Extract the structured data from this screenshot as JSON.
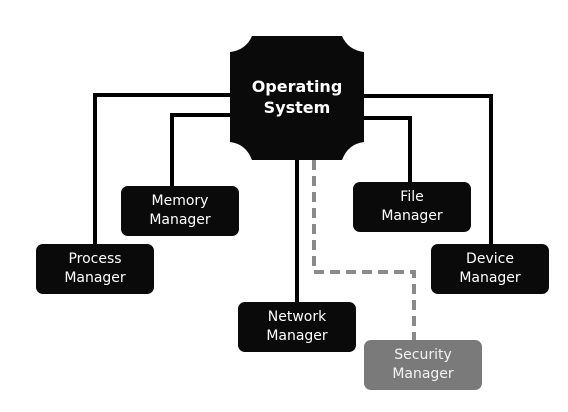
{
  "operating_system": {
    "line1": "Operating",
    "line2": "System"
  },
  "managers": {
    "process": {
      "line1": "Process",
      "line2": "Manager"
    },
    "memory": {
      "line1": "Memory",
      "line2": "Manager"
    },
    "network": {
      "line1": "Network",
      "line2": "Manager"
    },
    "file": {
      "line1": "File",
      "line2": "Manager"
    },
    "device": {
      "line1": "Device",
      "line2": "Manager"
    },
    "security": {
      "line1": "Security",
      "line2": "Manager"
    }
  },
  "colors": {
    "node_fill": "#0a0a0a",
    "security_fill": "#7a7a7a",
    "connector": "#000000",
    "dashed_connector": "#8a8a8a"
  }
}
